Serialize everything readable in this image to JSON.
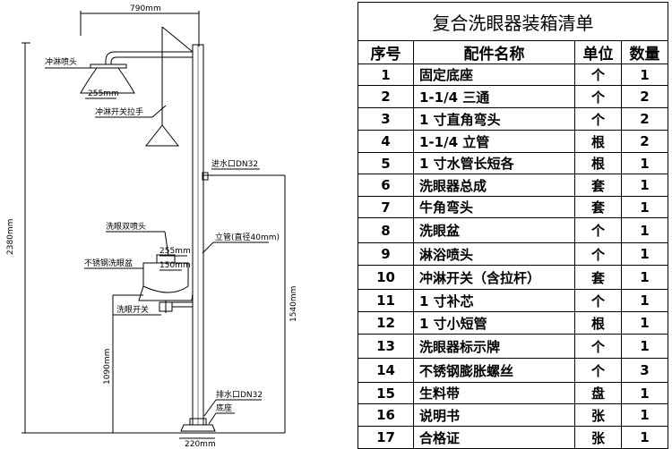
{
  "diagram": {
    "labels": {
      "width_790": "790mm",
      "shower_head": "冲淋喷头",
      "d255_top": "255mm",
      "pull_rod": "冲淋开关拉手",
      "inlet": "进水口DN32",
      "eye_nozzle": "洗眼双喷头",
      "pipe": "立管(直径40mm)",
      "d255_bowl": "255mm",
      "bowl": "不锈钢洗眼盆",
      "d150": "150mm",
      "eye_switch": "洗眼开关",
      "outlet": "排水口DN32",
      "base": "底座",
      "w220": "220mm",
      "h2380": "2380mm",
      "h1540": "1540mm",
      "h1090": "1090mm"
    }
  },
  "table": {
    "title": "复合洗眼器装箱清单",
    "headers": [
      "序号",
      "配件名称",
      "单位",
      "数量"
    ],
    "rows": [
      {
        "no": "1",
        "name": "固定底座",
        "unit": "个",
        "qty": "1"
      },
      {
        "no": "2",
        "name": "1-1/4 三通",
        "unit": "个",
        "qty": "2"
      },
      {
        "no": "3",
        "name": "1 寸直角弯头",
        "unit": "个",
        "qty": "2"
      },
      {
        "no": "4",
        "name": "1-1/4 立管",
        "unit": "根",
        "qty": "2"
      },
      {
        "no": "5",
        "name": "1 寸水管长短各",
        "unit": "根",
        "qty": "1"
      },
      {
        "no": "6",
        "name": "洗眼器总成",
        "unit": "套",
        "qty": "1"
      },
      {
        "no": "7",
        "name": "牛角弯头",
        "unit": "套",
        "qty": "1"
      },
      {
        "no": "8",
        "name": "洗眼盆",
        "unit": "个",
        "qty": "1"
      },
      {
        "no": "9",
        "name": "淋浴喷头",
        "unit": "个",
        "qty": "1"
      },
      {
        "no": "10",
        "name": "冲淋开关（含拉杆）",
        "unit": "套",
        "qty": "1"
      },
      {
        "no": "11",
        "name": "1 寸补芯",
        "unit": "个",
        "qty": "1"
      },
      {
        "no": "12",
        "name": "1 寸小短管",
        "unit": "根",
        "qty": "1"
      },
      {
        "no": "13",
        "name": "洗眼器标示牌",
        "unit": "个",
        "qty": "1"
      },
      {
        "no": "14",
        "name": "不锈钢膨胀螺丝",
        "unit": "个",
        "qty": "3"
      },
      {
        "no": "15",
        "name": "生料带",
        "unit": "盘",
        "qty": "1"
      },
      {
        "no": "16",
        "name": "说明书",
        "unit": "张",
        "qty": "1"
      },
      {
        "no": "17",
        "name": "合格证",
        "unit": "张",
        "qty": "1"
      }
    ]
  }
}
